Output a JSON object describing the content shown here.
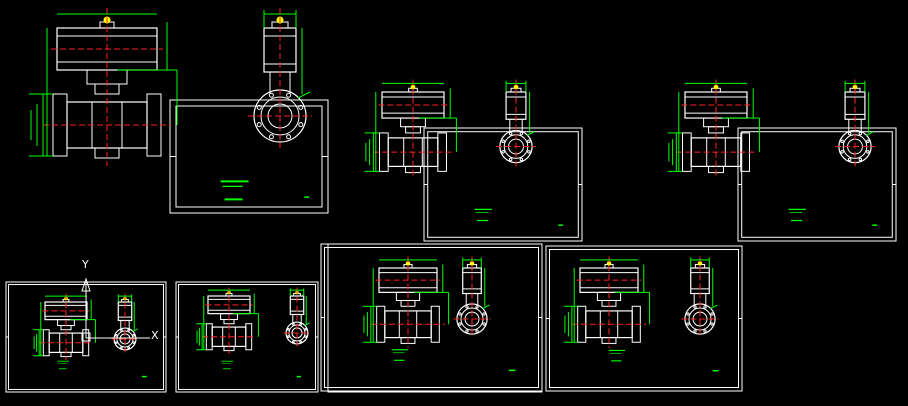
{
  "canvas": {
    "background": "#000000",
    "colors": {
      "frame": "#ffffff",
      "geometry": "#ffffff",
      "centerline": "#ff2020",
      "dimension": "#00ff00",
      "note": "#00ff00",
      "accent": "#ffff00"
    }
  },
  "ucs_icon": {
    "y_label": "Y",
    "x_label": "X"
  },
  "sheets": [
    {
      "id": "large-view",
      "notes": []
    },
    {
      "id": "mid-view-1",
      "notes": []
    },
    {
      "id": "mid-view-2",
      "notes": []
    },
    {
      "id": "small-view-1",
      "notes": []
    },
    {
      "id": "small-view-2",
      "notes": []
    },
    {
      "id": "small-view-3",
      "notes": []
    },
    {
      "id": "small-view-4",
      "notes": []
    }
  ]
}
